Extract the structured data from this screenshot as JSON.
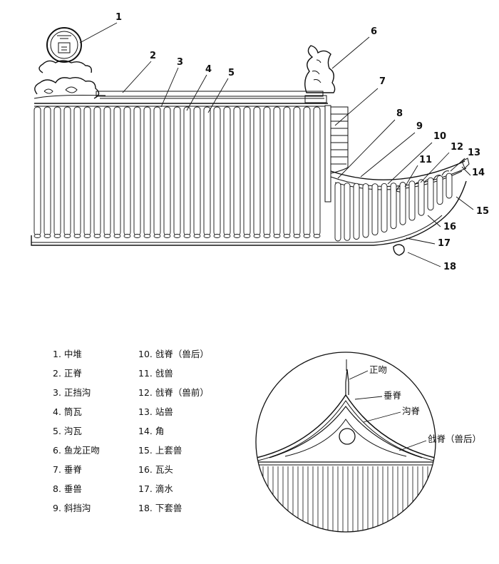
{
  "callouts": [
    "1",
    "2",
    "3",
    "4",
    "5",
    "6",
    "7",
    "8",
    "9",
    "10",
    "11",
    "12",
    "13",
    "14",
    "15",
    "16",
    "17",
    "18"
  ],
  "legend": {
    "left": [
      "1. 中堆",
      "2. 正脊",
      "3. 正挡沟",
      "4. 筒瓦",
      "5. 沟瓦",
      "6. 鱼龙正吻",
      "7. 垂脊",
      "8. 垂兽",
      "9. 斜挡沟"
    ],
    "right": [
      "10. 戗脊（兽后）",
      "11. 戗兽",
      "12. 戗脊（兽前）",
      "13. 站兽",
      "14. 角",
      "15. 上套兽",
      "16. 瓦头",
      "17. 滴水",
      "18. 下套兽"
    ]
  },
  "circle_labels": {
    "zhengwen": "正吻",
    "chuiji": "垂脊",
    "gouji": "沟脊",
    "qiangji": "戗脊（兽后）"
  }
}
